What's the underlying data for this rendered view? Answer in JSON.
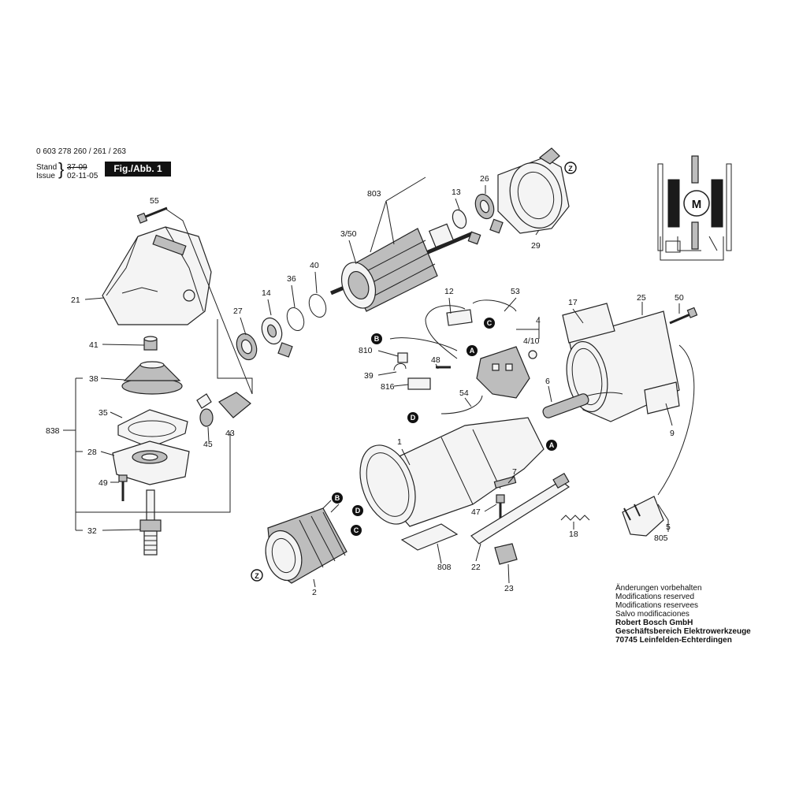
{
  "header": {
    "model_numbers": "0 603 278 260 / 261 / 263",
    "stand_label": "Stand",
    "stand_value": "37-09",
    "issue_label": "Issue",
    "issue_value": "02-11-05",
    "figure_label": "Fig./Abb. 1"
  },
  "notes": [
    "Änderungen vorbehalten",
    "Modifications reserved",
    "Modifications reservees",
    "Salvo modificaciones",
    "Robert Bosch GmbH",
    "Geschäftsbereich Elektrowerkzeuge",
    "70745 Leinfelden-Echterdingen"
  ],
  "motor_symbol": "M",
  "part_numbers": [
    "55",
    "21",
    "41",
    "38",
    "35",
    "838",
    "28",
    "49",
    "32",
    "27",
    "14",
    "36",
    "40",
    "45",
    "43",
    "803",
    "3/50",
    "13",
    "26",
    "29",
    "12",
    "53",
    "4",
    "4/10",
    "810",
    "39",
    "48",
    "816",
    "54",
    "6",
    "17",
    "25",
    "50",
    "9",
    "1",
    "7",
    "47",
    "22",
    "23",
    "808",
    "2",
    "18",
    "805",
    "5"
  ],
  "connection_markers": [
    "Z",
    "A",
    "B",
    "C",
    "D"
  ]
}
